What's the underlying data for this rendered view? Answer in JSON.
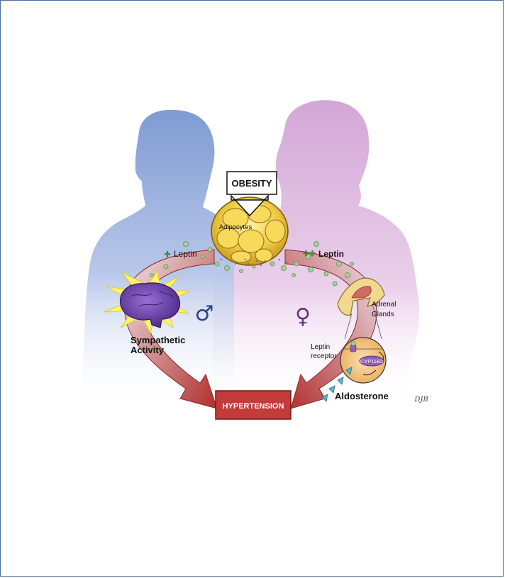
{
  "diagram": {
    "obesity_label": "OBESITY",
    "adipocytes_label": "Adipocytes",
    "leptin_male_plus": "+",
    "leptin_male_label": "Leptin",
    "leptin_female_plus": "++",
    "leptin_female_label": "Leptin",
    "male_symbol": "♂",
    "female_symbol": "♀",
    "adrenal_label_line1": "Adrenal",
    "adrenal_label_line2": "Glands",
    "leptin_receptor_line1": "Leptin",
    "leptin_receptor_line2": "receptor",
    "enzyme_label": "CYP11B2",
    "sympathetic_line1": "Sympathetic",
    "sympathetic_line2": "Activity",
    "aldosterone_label": "Aldosterone",
    "hypertension_label": "HYPERTENSION",
    "signature": "DJB"
  },
  "colors": {
    "male_body": "#8ea6d6",
    "female_body": "#d9aed8",
    "arrow_red": "#b73434",
    "box_red": "#c43b3b",
    "fat_yellow": "#f2cf4a",
    "brain_purple": "#6a3fa8",
    "leptin_green": "#86b57a",
    "aldosterone_cyan": "#5bb6d3",
    "frame_blue": "#4a6f9c"
  }
}
